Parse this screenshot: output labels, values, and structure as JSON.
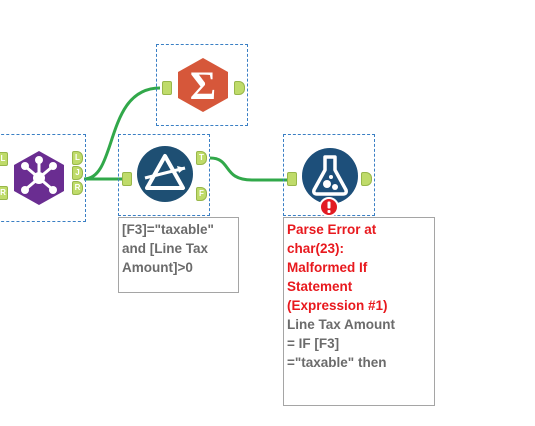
{
  "workflow": {
    "join_tool": {
      "anchors_in": [
        "L",
        "R"
      ],
      "anchors_out": [
        "L",
        "J",
        "R"
      ]
    },
    "summarize_tool": {
      "icon": "sigma-icon"
    },
    "filter_tool": {
      "anchors_out": [
        "T",
        "F"
      ],
      "annotation": [
        "[F3]=\"taxable\"",
        "and [Line Tax",
        "Amount]>0"
      ]
    },
    "formula_tool": {
      "error_lines": [
        "Parse Error at",
        "char(23):",
        "Malformed If",
        "Statement",
        "(Expression #1)"
      ],
      "annotation": [
        "Line Tax Amount",
        "= IF [F3]",
        "=\"taxable\" then"
      ]
    }
  },
  "colors": {
    "connection": "#31a84a",
    "anchor": "#bfdb6a",
    "join": "#6a2d91",
    "summarize": "#d6573a",
    "filter": "#1e4f73",
    "formula": "#1d4f7a",
    "error": "#e8191e",
    "selection": "#3a7fc4"
  }
}
